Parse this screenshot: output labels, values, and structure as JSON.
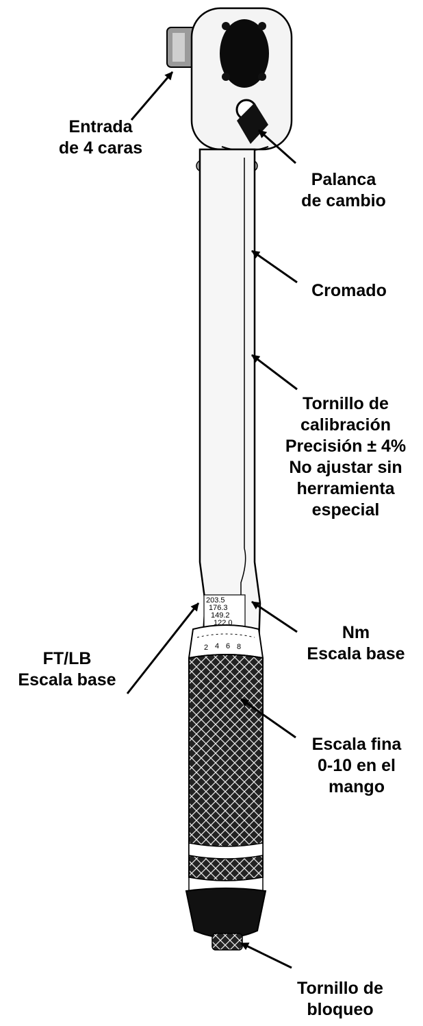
{
  "callouts": {
    "entrada": [
      "Entrada",
      "de 4 caras"
    ],
    "palanca": [
      "Palanca",
      "de cambio"
    ],
    "cromado": [
      "Cromado"
    ],
    "tornillo_calibracion": [
      "Tornillo de",
      "calibración",
      "Precisión ± 4%",
      "No ajustar sin",
      "herramienta",
      "especial"
    ],
    "nm": [
      "Nm",
      "Escala base"
    ],
    "ftlb": [
      "FT/LB",
      "Escala base"
    ],
    "escala_fina": [
      "Escala fina",
      "0-10 en el",
      "mango"
    ],
    "tornillo_bloqueo": [
      "Tornillo de",
      "bloqueo"
    ]
  },
  "scale_marks": {
    "nm_values": [
      "203.5",
      "176.3",
      "149.2",
      "122.0"
    ],
    "fine_digits": [
      "2",
      "4",
      "6",
      "8"
    ]
  }
}
